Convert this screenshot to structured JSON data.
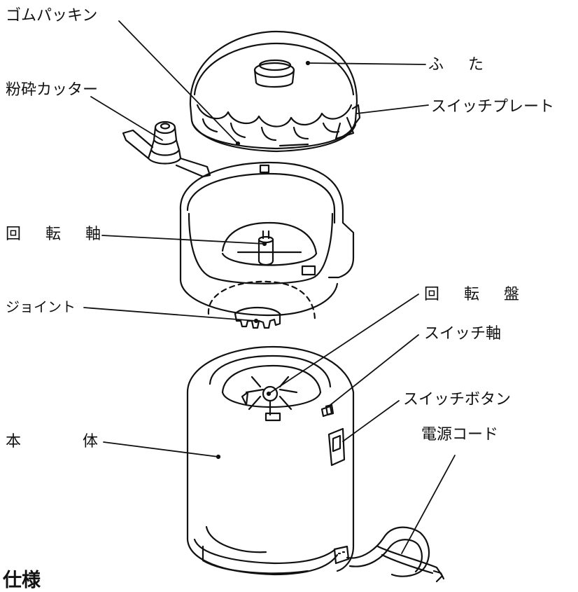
{
  "labels": {
    "gasket": "ゴムパッキン",
    "cutter": "粉砕カッター",
    "lid": "ふ た",
    "switch_plate": "スイッチプレート",
    "rotary_shaft": "回 転 軸",
    "joint": "ジョイント",
    "rotary_disk": "回 転 盤",
    "switch_shaft": "スイッチ軸",
    "switch_button": "スイッチボタン",
    "power_cord": "電源コード",
    "body_left": "本",
    "body_right": "体"
  },
  "section": {
    "title": "仕様"
  }
}
